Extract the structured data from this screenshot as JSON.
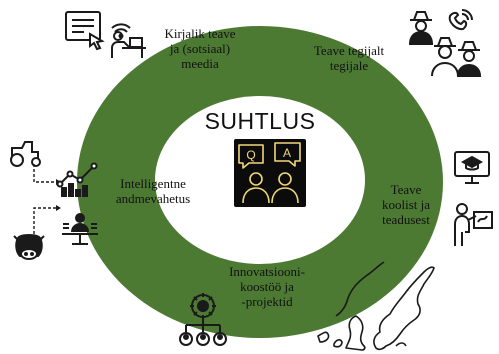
{
  "center": {
    "title": "SUHTLUS",
    "chat_bubble_left": "Q",
    "chat_bubble_right": "A"
  },
  "segments": [
    {
      "id": "written",
      "lines": [
        "Kirjalik teave",
        "ja (sotsiaal)",
        "meedia"
      ]
    },
    {
      "id": "advisors",
      "lines": [
        "Teave tegijalt",
        "tegijale"
      ]
    },
    {
      "id": "schools",
      "lines": [
        "Teave",
        "koolist ja",
        "teadusest"
      ]
    },
    {
      "id": "innovation",
      "lines": [
        "Innovatsiooni-",
        "koostöö ja",
        "-projektid"
      ]
    },
    {
      "id": "data",
      "lines": [
        "Intelligentne",
        "andmevahetus"
      ]
    }
  ],
  "colors": {
    "ring": "#4d7a33",
    "center_panel": "#0b0b0b",
    "center_line": "#f1d77a",
    "icon": "#1a1a1a"
  }
}
